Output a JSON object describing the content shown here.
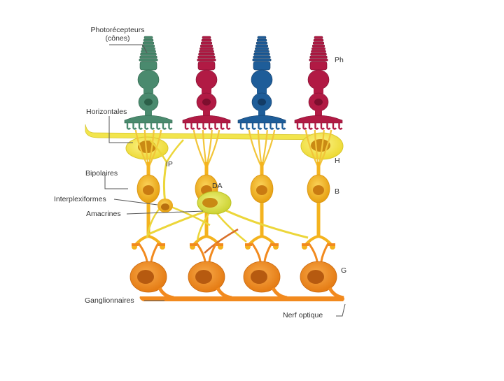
{
  "labels": {
    "photoreceptors_line1": "Photorécepteurs",
    "photoreceptors_line2": "(cônes)",
    "horizontales": "Horizontales",
    "bipolaires": "Bipolaires",
    "interplexiformes": "Interplexiformes",
    "amacrines": "Amacrines",
    "ganglionnaires": "Ganglionnaires",
    "nerf_optique": "Nerf optique",
    "ip": "IP",
    "da": "DA"
  },
  "layers": {
    "ph": "Ph",
    "h": "H",
    "b": "B",
    "g": "G"
  },
  "cones": [
    {
      "color": "#4a8a6e",
      "dark": "#2c6048"
    },
    {
      "color": "#b11a44",
      "dark": "#7d0e2e"
    },
    {
      "color": "#1e5d99",
      "dark": "#123b66"
    },
    {
      "color": "#b11a44",
      "dark": "#7d0e2e"
    }
  ],
  "colors": {
    "horizontal": "#f2e54d",
    "bipolar": "#f4b31e",
    "bipolar_dark": "#c97b12",
    "amacrine": "#d9dd3a",
    "ganglion": "#f28a1e",
    "ganglion_dark": "#b65a10",
    "leader": "#555555"
  }
}
